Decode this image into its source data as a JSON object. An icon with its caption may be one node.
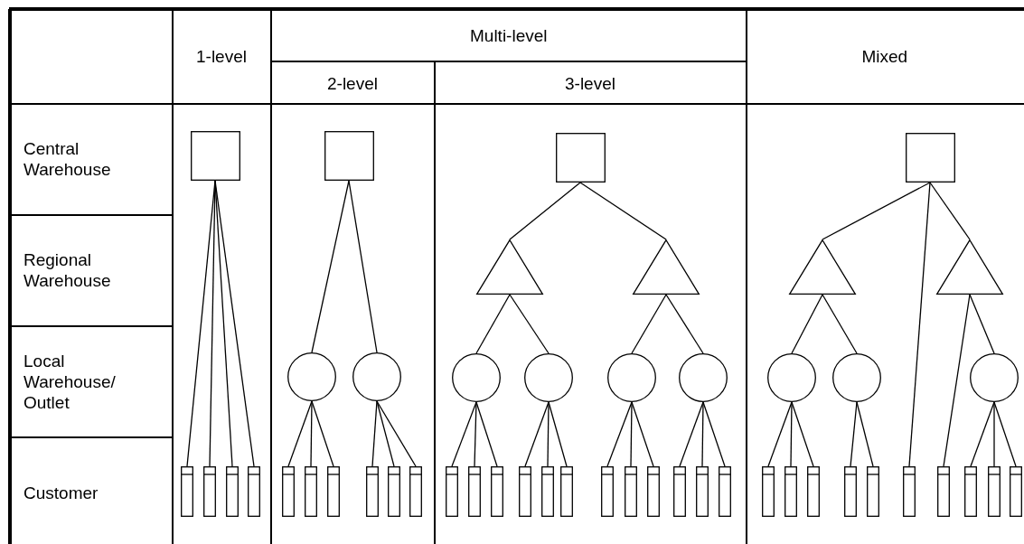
{
  "diagram": {
    "nodes": [
      {
        "text": [],
        "shape": "box"
      },
      {
        "text": [],
        "shape": "bar"
      },
      {
        "text": [],
        "shape": "bar"
      },
      {
        "text": [],
        "shape": "bar"
      },
      {
        "text": [],
        "shape": "bar"
      },
      {
        "text": [],
        "shape": "box"
      },
      {
        "text": [],
        "shape": "circle"
      },
      {
        "text": [],
        "shape": "circle"
      },
      {
        "text": [],
        "shape": "bar"
      },
      {
        "text": [],
        "shape": "bar"
      },
      {
        "text": [],
        "shape": "bar"
      },
      {
        "text": [],
        "shape": "bar"
      },
      {
        "text": [],
        "shape": "bar"
      },
      {
        "text": [],
        "shape": "bar"
      },
      {
        "text": [],
        "shape": "box"
      },
      {
        "text": [],
        "shape": "triangle"
      },
      {
        "text": [],
        "shape": "triangle"
      },
      {
        "text": [],
        "shape": "circle"
      },
      {
        "text": [],
        "shape": "circle"
      },
      {
        "text": [],
        "shape": "circle"
      },
      {
        "text": [],
        "shape": "circle"
      },
      {
        "text": [],
        "shape": "bar"
      },
      {
        "text": [],
        "shape": "bar"
      },
      {
        "text": [],
        "shape": "bar"
      },
      {
        "text": [],
        "shape": "bar"
      },
      {
        "text": [],
        "shape": "bar"
      },
      {
        "text": [],
        "shape": "bar"
      },
      {
        "text": [],
        "shape": "bar"
      },
      {
        "text": [],
        "shape": "bar"
      },
      {
        "text": [],
        "shape": "bar"
      },
      {
        "text": [],
        "shape": "bar"
      },
      {
        "text": [],
        "shape": "bar"
      },
      {
        "text": [],
        "shape": "bar"
      },
      {
        "text": [],
        "shape": "box"
      },
      {
        "text": [],
        "shape": "triangle"
      },
      {
        "text": [],
        "shape": "triangle"
      },
      {
        "text": [],
        "shape": "circle"
      },
      {
        "text": [],
        "shape": "circle"
      },
      {
        "text": [],
        "shape": "circle"
      },
      {
        "text": [],
        "shape": "bar"
      },
      {
        "text": [],
        "shape": "bar"
      },
      {
        "text": [],
        "shape": "bar"
      },
      {
        "text": [],
        "shape": "bar"
      },
      {
        "text": [],
        "shape": "bar"
      },
      {
        "text": [],
        "shape": "bar"
      },
      {
        "text": [],
        "shape": "bar"
      },
      {
        "text": [],
        "shape": "bar"
      },
      {
        "text": [],
        "shape": "bar"
      },
      {
        "text": [],
        "shape": "bar"
      }
    ],
    "edges": [
      {
        "from": 0,
        "to": 1,
        "arrow": "none"
      },
      {
        "from": 0,
        "to": 2,
        "arrow": "none"
      },
      {
        "from": 0,
        "to": 3,
        "arrow": "none"
      },
      {
        "from": 0,
        "to": 4,
        "arrow": "none"
      },
      {
        "from": 5,
        "to": 6,
        "arrow": "none"
      },
      {
        "from": 5,
        "to": 7,
        "arrow": "none"
      },
      {
        "from": 6,
        "to": 8,
        "arrow": "none"
      },
      {
        "from": 6,
        "to": 9,
        "arrow": "none"
      },
      {
        "from": 6,
        "to": 10,
        "arrow": "none"
      },
      {
        "from": 7,
        "to": 11,
        "arrow": "none"
      },
      {
        "from": 7,
        "to": 12,
        "arrow": "none"
      },
      {
        "from": 7,
        "to": 13,
        "arrow": "none"
      },
      {
        "from": 14,
        "to": 15,
        "arrow": "none"
      },
      {
        "from": 14,
        "to": 16,
        "arrow": "none"
      },
      {
        "from": 15,
        "to": 17,
        "arrow": "none"
      },
      {
        "from": 15,
        "to": 18,
        "arrow": "none"
      },
      {
        "from": 16,
        "to": 19,
        "arrow": "none"
      },
      {
        "from": 16,
        "to": 20,
        "arrow": "none"
      },
      {
        "from": 17,
        "to": 21,
        "arrow": "none"
      },
      {
        "from": 17,
        "to": 22,
        "arrow": "none"
      },
      {
        "from": 17,
        "to": 23,
        "arrow": "none"
      },
      {
        "from": 18,
        "to": 24,
        "arrow": "none"
      },
      {
        "from": 18,
        "to": 25,
        "arrow": "none"
      },
      {
        "from": 18,
        "to": 26,
        "arrow": "none"
      },
      {
        "from": 19,
        "to": 27,
        "arrow": "none"
      },
      {
        "from": 19,
        "to": 28,
        "arrow": "none"
      },
      {
        "from": 19,
        "to": 29,
        "arrow": "none"
      },
      {
        "from": 20,
        "to": 30,
        "arrow": "none"
      },
      {
        "from": 20,
        "to": 31,
        "arrow": "none"
      },
      {
        "from": 20,
        "to": 32,
        "arrow": "none"
      },
      {
        "from": 33,
        "to": 34,
        "arrow": "none"
      },
      {
        "from": 33,
        "to": 44,
        "arrow": "none"
      },
      {
        "from": 33,
        "to": 35,
        "arrow": "none"
      },
      {
        "from": 34,
        "to": 36,
        "arrow": "none"
      },
      {
        "from": 34,
        "to": 37,
        "arrow": "none"
      },
      {
        "from": 35,
        "to": 45,
        "arrow": "none"
      },
      {
        "from": 35,
        "to": 38,
        "arrow": "none"
      },
      {
        "from": 36,
        "to": 39,
        "arrow": "none"
      },
      {
        "from": 36,
        "to": 40,
        "arrow": "none"
      },
      {
        "from": 36,
        "to": 41,
        "arrow": "none"
      },
      {
        "from": 37,
        "to": 42,
        "arrow": "none"
      },
      {
        "from": 37,
        "to": 43,
        "arrow": "none"
      },
      {
        "from": 38,
        "to": 46,
        "arrow": "none"
      },
      {
        "from": 38,
        "to": 47,
        "arrow": "none"
      },
      {
        "from": 38,
        "to": 48,
        "arrow": "none"
      }
    ],
    "labels": [
      "1-level",
      "Multi-level",
      "Mixed",
      "2-level",
      "3-level",
      "Central Warehouse",
      "Regional Warehouse",
      "Local Warehouse/ Outlet",
      "Customer"
    ]
  }
}
